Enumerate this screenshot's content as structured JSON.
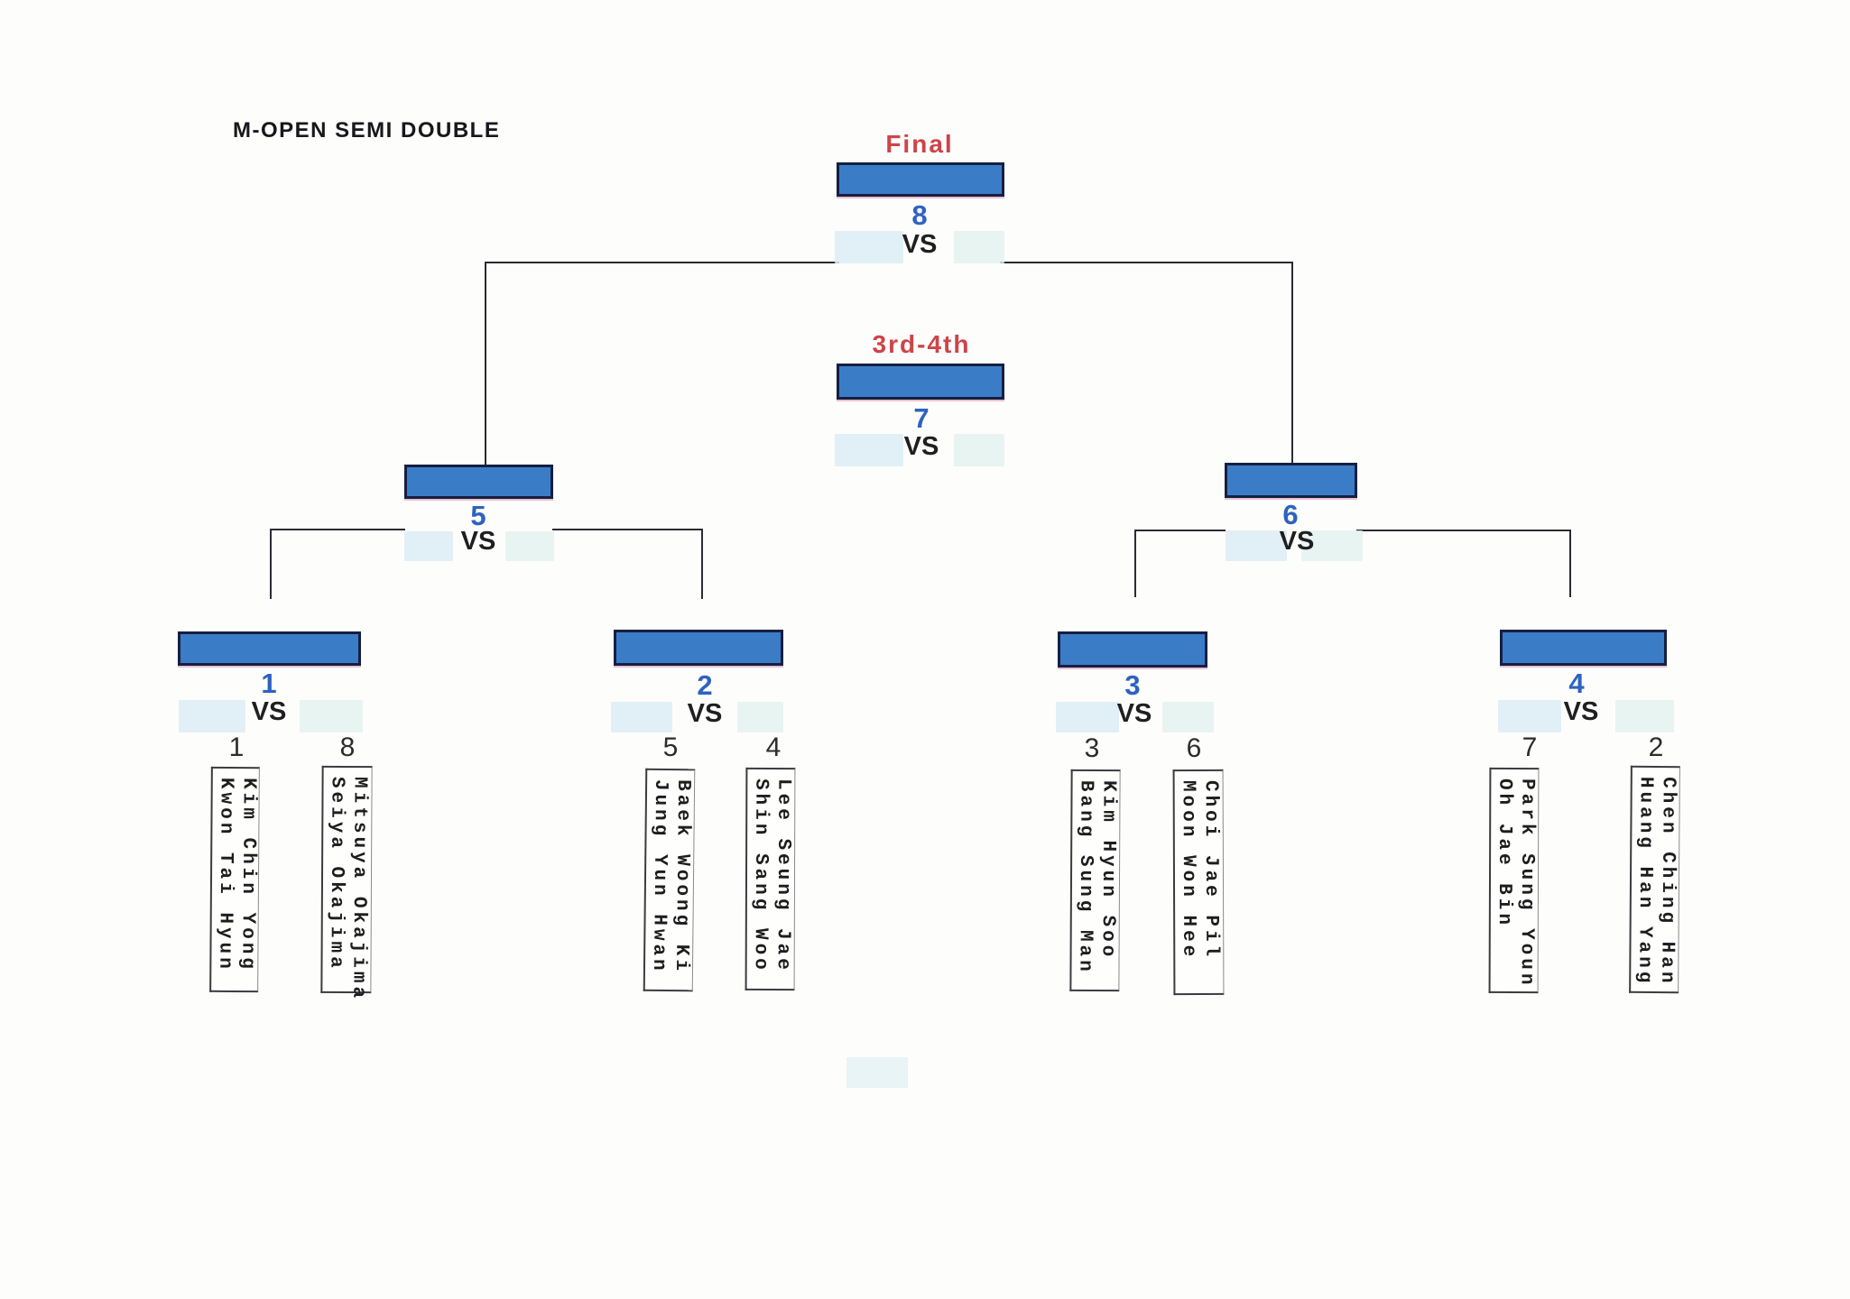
{
  "title": "M-OPEN SEMI DOUBLE",
  "colors": {
    "bar_fill": "#3b7cc7",
    "bar_border": "#161f41",
    "round_label_red": "#cf4349",
    "match_number_blue": "#2e62c0",
    "connector_line": "#2b2b33",
    "score_box": "#dcedf4"
  },
  "final": {
    "label": "Final",
    "match_no": "8",
    "vs": "VS"
  },
  "third_fourth": {
    "label": "3rd-4th",
    "match_no": "7",
    "vs": "VS"
  },
  "semifinals": [
    {
      "match_no": "5",
      "vs": "VS"
    },
    {
      "match_no": "6",
      "vs": "VS"
    }
  ],
  "quarterfinals": [
    {
      "match_no": "1",
      "vs": "VS",
      "slots": [
        {
          "seed": "1",
          "players": [
            "Kwon Tai Hyun",
            "Kim Chin Yong"
          ]
        },
        {
          "seed": "8",
          "players": [
            "Seiya Okajima",
            "Mitsuya Okajima"
          ]
        }
      ]
    },
    {
      "match_no": "2",
      "vs": "VS",
      "slots": [
        {
          "seed": "5",
          "players": [
            "Jung Yun Hwan",
            "Baek Woong Ki"
          ]
        },
        {
          "seed": "4",
          "players": [
            "Shin Sang Woo",
            "Lee Seung Jae"
          ]
        }
      ]
    },
    {
      "match_no": "3",
      "vs": "VS",
      "slots": [
        {
          "seed": "3",
          "players": [
            "Bang Sung Man",
            "Kim Hyun Soo"
          ]
        },
        {
          "seed": "6",
          "players": [
            "Moon Won Hee",
            "Choi Jae Pil"
          ]
        }
      ]
    },
    {
      "match_no": "4",
      "vs": "VS",
      "slots": [
        {
          "seed": "7",
          "players": [
            "Oh Jae Bin",
            "Park Sung Youn"
          ]
        },
        {
          "seed": "2",
          "players": [
            "Huang Han Yang",
            "Chen Ching Han"
          ]
        }
      ]
    }
  ]
}
